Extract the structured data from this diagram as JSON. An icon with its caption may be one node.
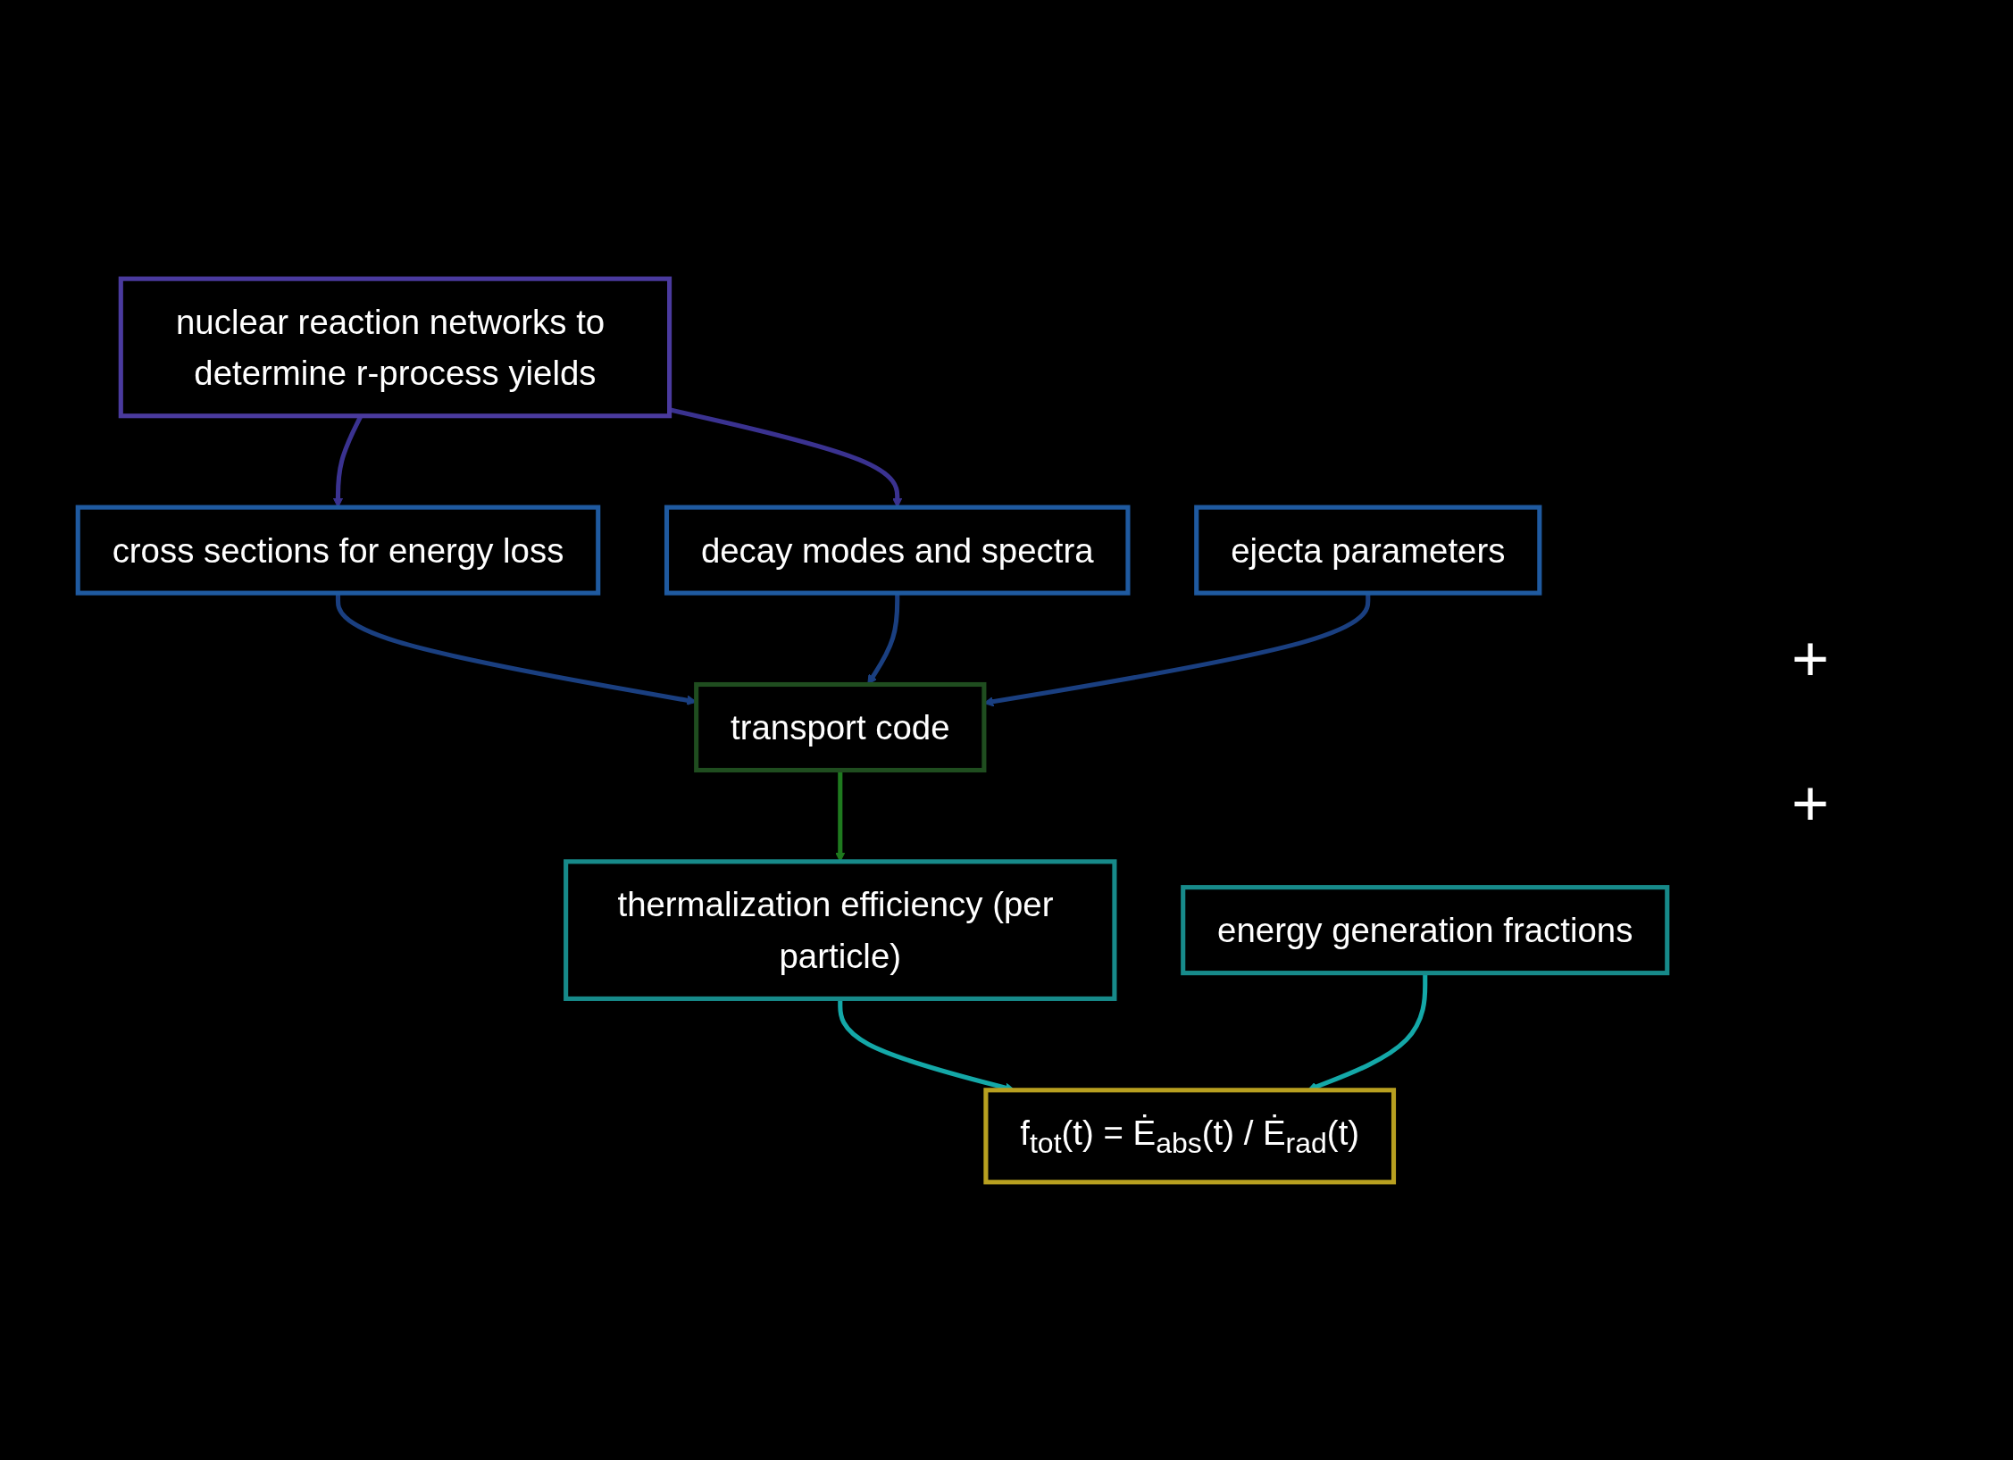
{
  "diagram": {
    "nodes": [
      {
        "text": [
          "nuclear reaction networks to determine r-process yields"
        ]
      },
      {
        "text": [
          "cross sections for energy loss"
        ]
      },
      {
        "text": [
          "decay modes and spectra"
        ]
      },
      {
        "text": [
          "ejecta parameters"
        ]
      },
      {
        "text": [
          "transport code"
        ]
      },
      {
        "text": [
          "thermalization efficiency (per particle)"
        ]
      },
      {
        "text": [
          "energy generation fractions"
        ]
      },
      {
        "text": [
          "f$_{tot}$(t) = Ė$_{abs}$(t) / Ė$_{rad}$(t)"
        ]
      }
    ],
    "edges": [
      {
        "from": 0,
        "to": 1,
        "arrow": "to",
        "color": "#3a3290"
      },
      {
        "from": 0,
        "to": 2,
        "arrow": "to",
        "color": "#3a3290"
      },
      {
        "from": 1,
        "to": 4,
        "arrow": "to"
      },
      {
        "from": 2,
        "to": 4,
        "arrow": "to"
      },
      {
        "from": 3,
        "to": 4,
        "arrow": "to"
      },
      {
        "from": 4,
        "to": 5,
        "arrow": "to",
        "color": "#1e7a1e"
      },
      {
        "from": 5,
        "to": 7,
        "arrow": "to",
        "color": "#14a8a8"
      },
      {
        "from": 6,
        "to": 7,
        "arrow": "to",
        "color": "#14a8a8"
      }
    ],
    "labels": [
      "+",
      "+"
    ]
  }
}
